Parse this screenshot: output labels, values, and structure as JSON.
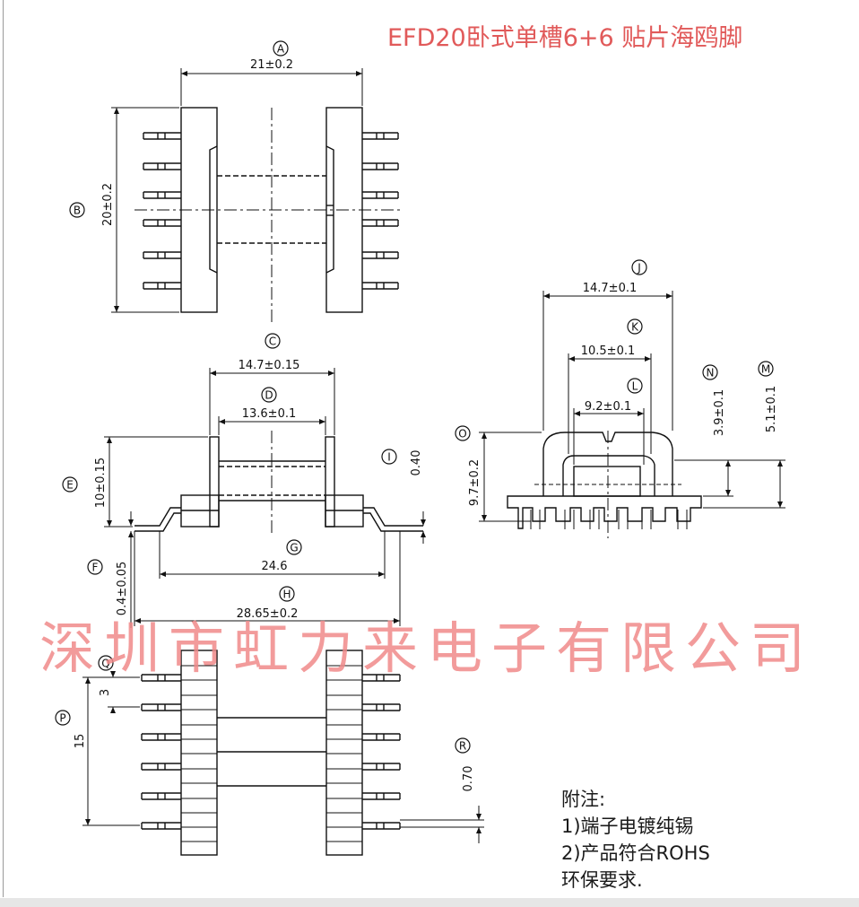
{
  "title": "EFD20卧式单槽6+6 贴片海鸥脚",
  "watermark": "深圳市虹力来电子有限公司",
  "notes": {
    "heading": "附注:",
    "line1": "1)端子电镀纯锡",
    "line2": "2)产品符合ROHS",
    "line3": "环保要求."
  },
  "dimensions": {
    "A": {
      "letter": "A",
      "value": "21±0.2"
    },
    "B": {
      "letter": "B",
      "value": "20±0.2"
    },
    "C": {
      "letter": "C",
      "value": "14.7±0.15"
    },
    "D": {
      "letter": "D",
      "value": "13.6±0.1"
    },
    "E": {
      "letter": "E",
      "value": "10±0.15"
    },
    "F": {
      "letter": "F",
      "value": "0.4±0.05"
    },
    "G": {
      "letter": "G",
      "value": "24.6"
    },
    "H": {
      "letter": "H",
      "value": "28.65±0.2"
    },
    "I": {
      "letter": "I",
      "value": "0.40"
    },
    "J": {
      "letter": "J",
      "value": "14.7±0.1"
    },
    "K": {
      "letter": "K",
      "value": "10.5±0.1"
    },
    "L": {
      "letter": "L",
      "value": "9.2±0.1"
    },
    "M": {
      "letter": "M",
      "value": "5.1±0.1"
    },
    "N": {
      "letter": "N",
      "value": "3.9±0.1"
    },
    "O": {
      "letter": "O",
      "value": "9.7±0.2"
    },
    "P": {
      "letter": "P",
      "value": "15"
    },
    "Q": {
      "letter": "Q",
      "value": "3"
    },
    "R": {
      "letter": "R",
      "value": "0.70"
    }
  }
}
